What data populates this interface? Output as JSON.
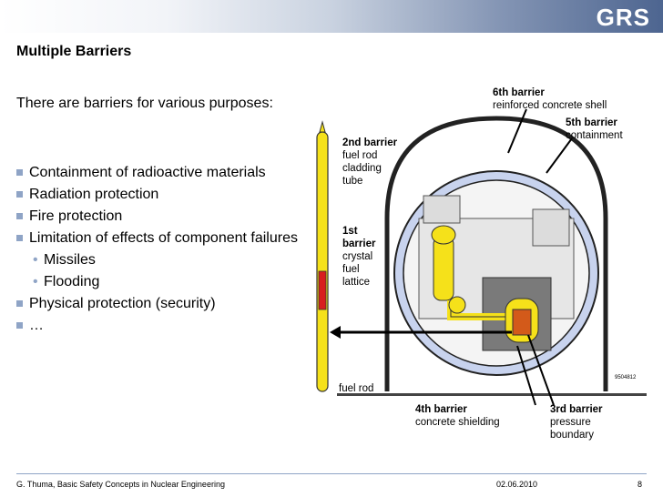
{
  "header": {
    "logo": "GRS"
  },
  "slide": {
    "title": "Multiple Barriers",
    "intro": "There are barriers for various purposes:",
    "bullets": [
      "Containment of radioactive materials",
      "Radiation protection",
      "Fire protection",
      "Limitation of effects of component failures"
    ],
    "sub_bullets": [
      "Missiles",
      "Flooding"
    ],
    "bullets2": [
      "Physical protection (security)",
      "…"
    ]
  },
  "diagram": {
    "b6_title": "6th barrier",
    "b6_text": "reinforced concrete shell",
    "b5_title": "5th barrier",
    "b5_text": "containment",
    "b2_title": "2nd barrier",
    "b2_l1": "fuel rod",
    "b2_l2": "cladding",
    "b2_l3": "tube",
    "b1_title1": "1st",
    "b1_title2": "barrier",
    "b1_l1": "crystal",
    "b1_l2": "fuel",
    "b1_l3": "lattice",
    "fuel_rod": "fuel rod",
    "b4_title": "4th barrier",
    "b4_text": "concrete shielding",
    "b3_title": "3rd barrier",
    "b3_l1": "pressure",
    "b3_l2": "boundary",
    "code": "9504812"
  },
  "footer": {
    "author": "G. Thuma, Basic Safety Concepts in Nuclear Engineering",
    "date": "02.06.2010",
    "page": "8"
  }
}
